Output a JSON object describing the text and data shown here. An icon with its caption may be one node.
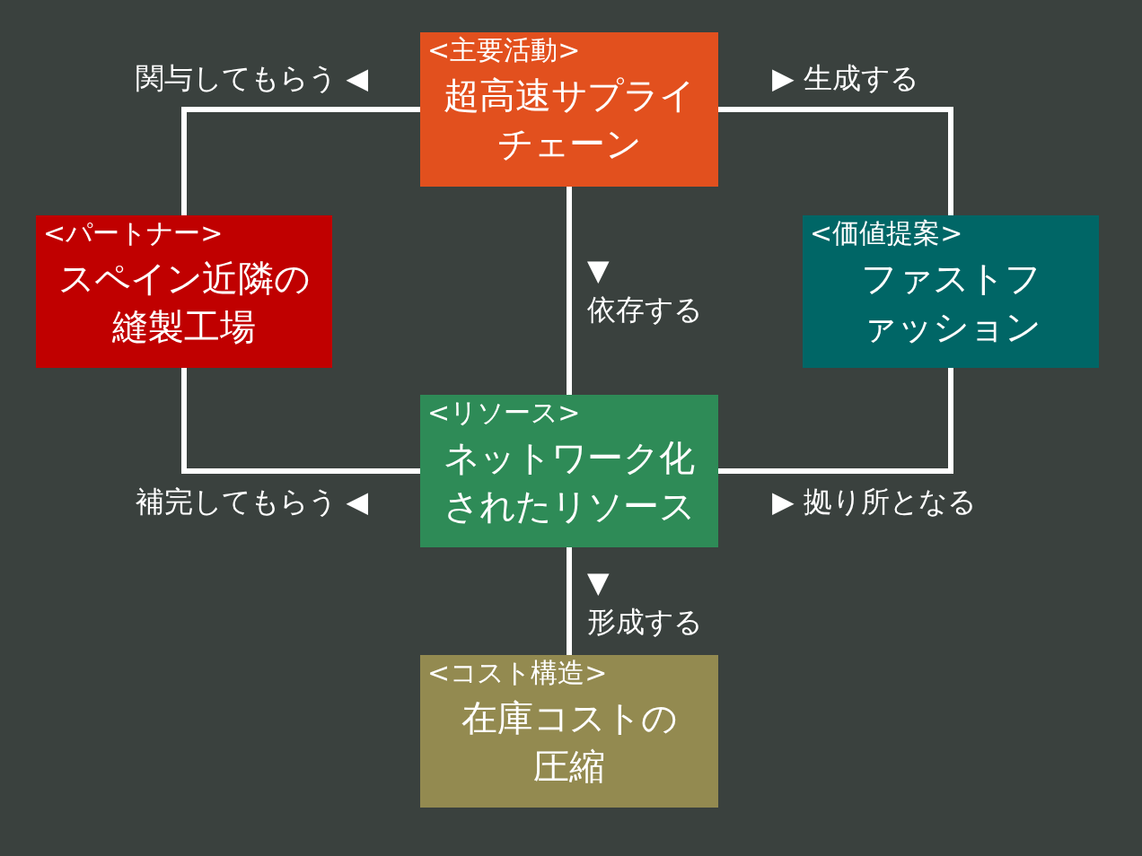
{
  "diagram": {
    "nodes": [
      {
        "text": [
          "<主要活動>",
          "超高速サプライチェーン"
        ]
      },
      {
        "text": [
          "<パートナー>",
          "スペイン近隣の縫製工場"
        ]
      },
      {
        "text": [
          "<価値提案>",
          "ファストファッション"
        ]
      },
      {
        "text": [
          "<リソース>",
          "ネットワーク化されたリソース"
        ]
      },
      {
        "text": [
          "<コスト構造>",
          "在庫コストの圧縮"
        ]
      }
    ],
    "edges": [
      {
        "from": 0,
        "to": 1,
        "arrow": "none",
        "label": "関与してもらう ◀"
      },
      {
        "from": 0,
        "to": 2,
        "arrow": "none",
        "label": "▶ 生成する"
      },
      {
        "from": 0,
        "to": 3,
        "arrow": "none",
        "label": "▼ 依存する"
      },
      {
        "from": 3,
        "to": 1,
        "arrow": "none",
        "label": "補完してもらう ◀"
      },
      {
        "from": 3,
        "to": 2,
        "arrow": "none",
        "label": "▶ 拠り所となる"
      },
      {
        "from": 3,
        "to": 4,
        "arrow": "none",
        "label": "▼ 形成する"
      }
    ]
  }
}
